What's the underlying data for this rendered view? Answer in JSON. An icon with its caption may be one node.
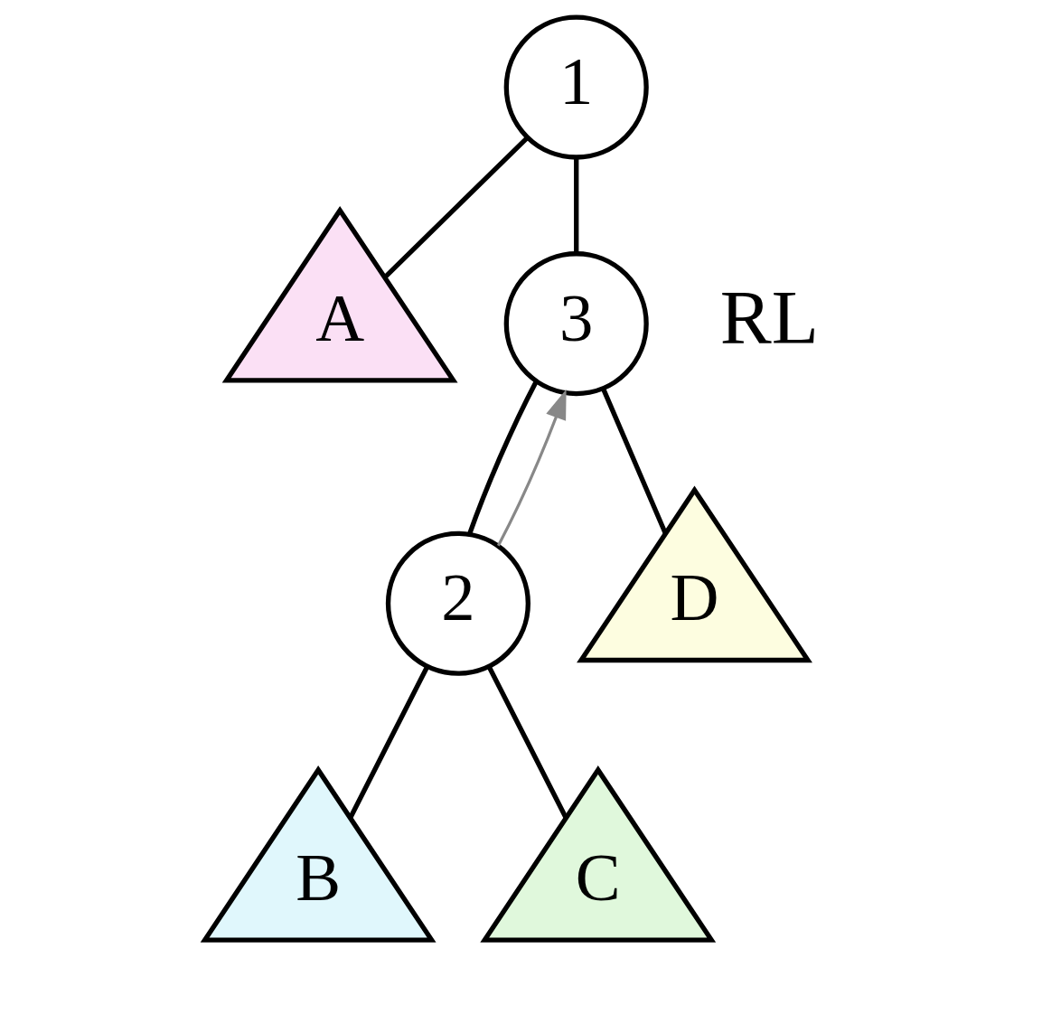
{
  "diagram": {
    "nodes": [
      {
        "text": [
          "1"
        ]
      },
      {
        "text": [
          "A"
        ]
      },
      {
        "text": [
          "3"
        ]
      },
      {
        "text": [
          "2"
        ]
      },
      {
        "text": [
          "D"
        ]
      },
      {
        "text": [
          "B"
        ]
      },
      {
        "text": [
          "C"
        ]
      }
    ],
    "edges": [
      {
        "from": 0,
        "to": 1,
        "arrow": "none"
      },
      {
        "from": 0,
        "to": 2,
        "arrow": "none"
      },
      {
        "from": 2,
        "to": 3,
        "arrow": "none"
      },
      {
        "from": 2,
        "to": 4,
        "arrow": "none"
      },
      {
        "from": 3,
        "to": 5,
        "arrow": "none"
      },
      {
        "from": 3,
        "to": 6,
        "arrow": "none"
      },
      {
        "from": 3,
        "to": 2,
        "arrow": "to",
        "color": "#888888"
      }
    ],
    "labels": [
      "RL"
    ]
  }
}
